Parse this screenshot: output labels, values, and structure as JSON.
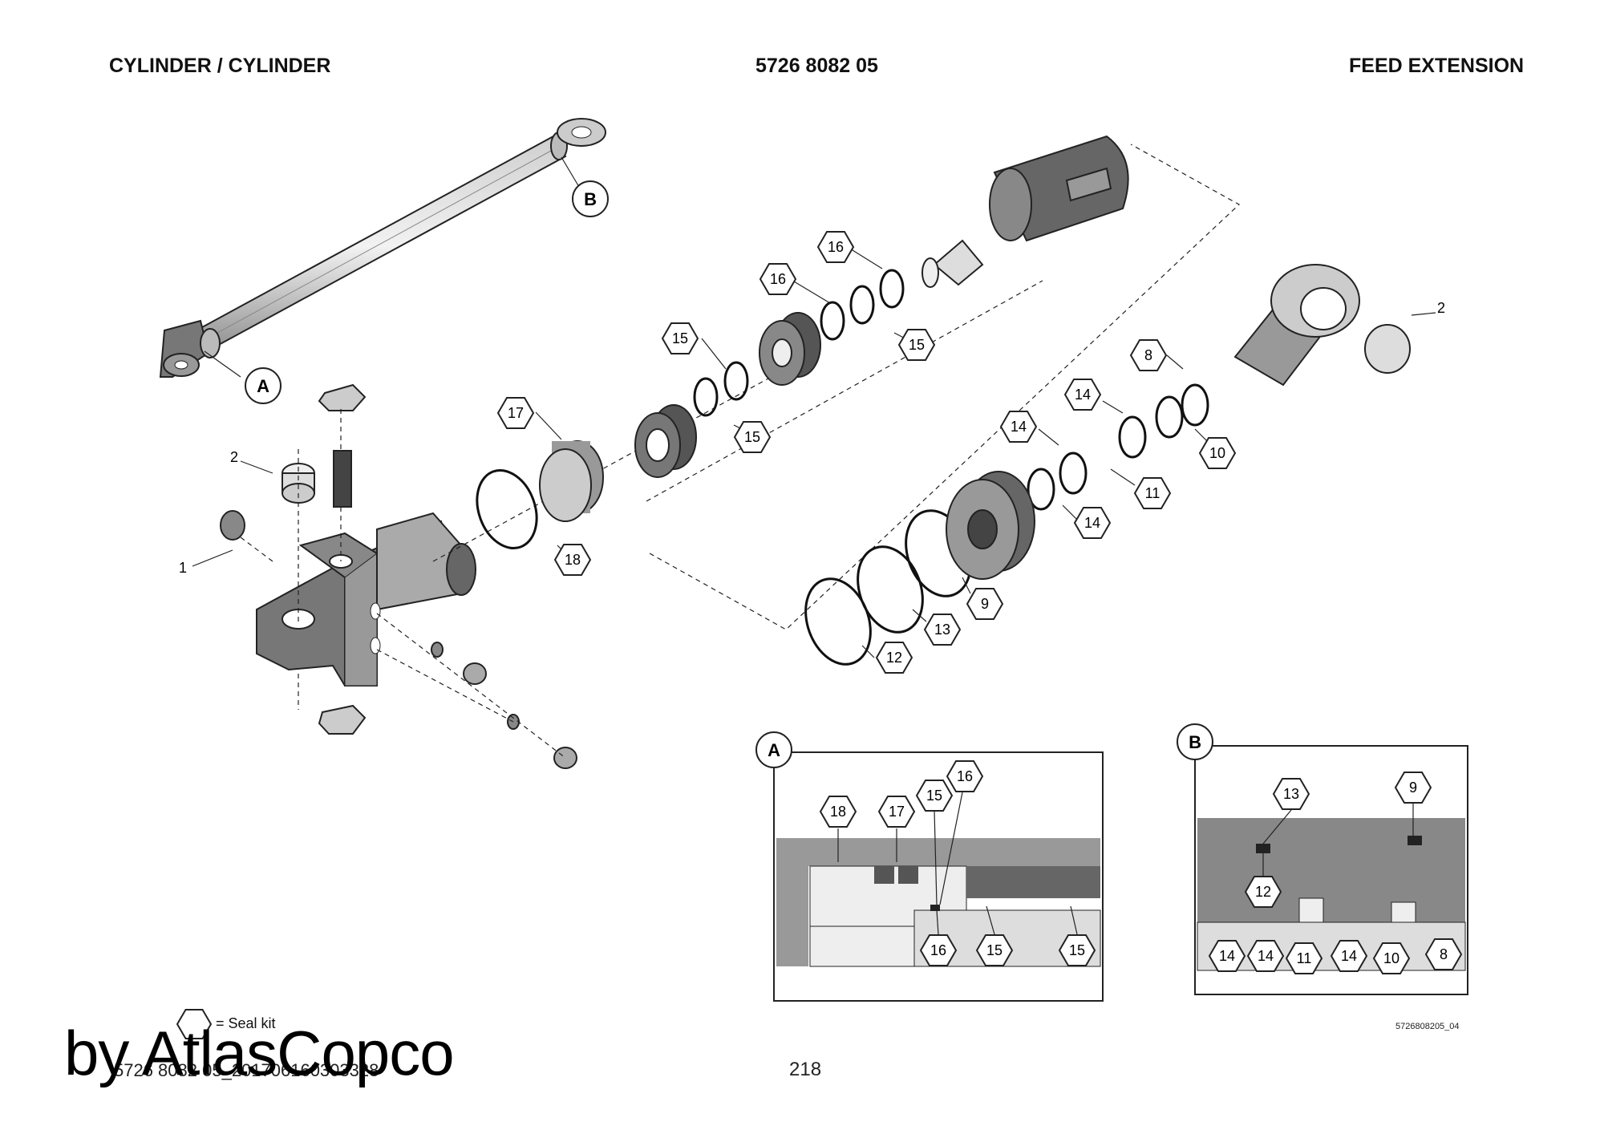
{
  "header": {
    "left": "CYLINDER / CYLINDER",
    "center": "5726 8082 05",
    "right": "FEED EXTENSION"
  },
  "callouts": {
    "hex": [
      "16",
      "16",
      "15",
      "15",
      "15",
      "15",
      "17",
      "18",
      "8",
      "14",
      "14",
      "14",
      "10",
      "11",
      "9",
      "13",
      "12"
    ],
    "plain": [
      "2",
      "2",
      "1"
    ],
    "circle": [
      "A",
      "B"
    ]
  },
  "detail_a": {
    "label": "A",
    "callouts": [
      "18",
      "17",
      "15",
      "16",
      "16",
      "15",
      "15"
    ]
  },
  "detail_b": {
    "label": "B",
    "callouts": [
      "13",
      "9",
      "12",
      "14",
      "14",
      "11",
      "14",
      "10",
      "8"
    ]
  },
  "legend": {
    "text": "= Seal kit"
  },
  "footer": {
    "code": "5726 8082 05_201706160303328",
    "page": "218",
    "figure_id": "5726808205_04"
  },
  "watermark": "by AtlasCopco"
}
